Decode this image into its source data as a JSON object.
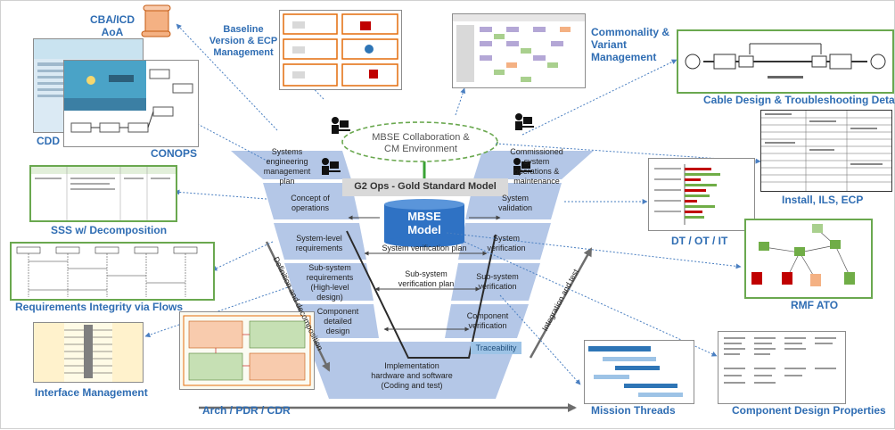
{
  "center": {
    "collab_line1": "MBSE Collaboration &",
    "collab_line2": "CM Environment",
    "gold_model": "G2 Ops - Gold Standard Model",
    "mbse_line1": "MBSE",
    "mbse_line2": "Model",
    "traceability": "Traceability",
    "system_verification_plan": "System verification plan",
    "subsystem_verification_plan_line1": "Sub-system",
    "subsystem_verification_plan_line2": "verification plan",
    "decomposition_arrow": "Definition and decomposition",
    "integration_arrow": "Integration and test"
  },
  "v_left": [
    [
      "Systems",
      "engineering",
      "management",
      "plan"
    ],
    [
      "Concept of",
      "operations"
    ],
    [
      "System-level",
      "requirements"
    ],
    [
      "Sub-system",
      "requirements",
      "(High-level",
      "design)"
    ],
    [
      "Component",
      "detailed",
      "design"
    ]
  ],
  "v_right": [
    [
      "Commissioned",
      "system",
      "operations &",
      "maintenance"
    ],
    [
      "System",
      "validation"
    ],
    [
      "System",
      "verification"
    ],
    [
      "Sub-system",
      "verification"
    ],
    [
      "Component",
      "verification"
    ]
  ],
  "v_bottom": [
    "Implementation",
    "hardware and software",
    "(Coding and test)"
  ],
  "labels": {
    "cba_line1": "CBA/ICD",
    "cba_line2": "AoA",
    "baseline_line1": "Baseline",
    "baseline_line2": "Version & ECP",
    "baseline_line3": "Management",
    "commonality_line1": "Commonality &",
    "commonality_line2": "Variant",
    "commonality_line3": "Management",
    "cable": "Cable Design & Troubleshooting Details",
    "cdd": "CDD",
    "conops": "CONOPS",
    "install": "Install, ILS, ECP",
    "sss": "SSS w/ Decomposition",
    "dtot": "DT / OT / IT",
    "req_integrity": "Requirements Integrity via Flows",
    "rmf": "RMF ATO",
    "interface": "Interface Management",
    "arch": "Arch / PDR / CDR",
    "mission": "Mission Threads",
    "component": "Component Design Properties"
  },
  "colors": {
    "label_blue": "#2f6db3",
    "v_band": "#b4c7e7",
    "collab_green": "#6aa84f",
    "mbse_cylinder": "#2f72c4",
    "arrow_grey": "#6d6d6d"
  },
  "icons": [
    "scroll-icon",
    "workstation-user-icon",
    "database-cylinder-icon"
  ]
}
